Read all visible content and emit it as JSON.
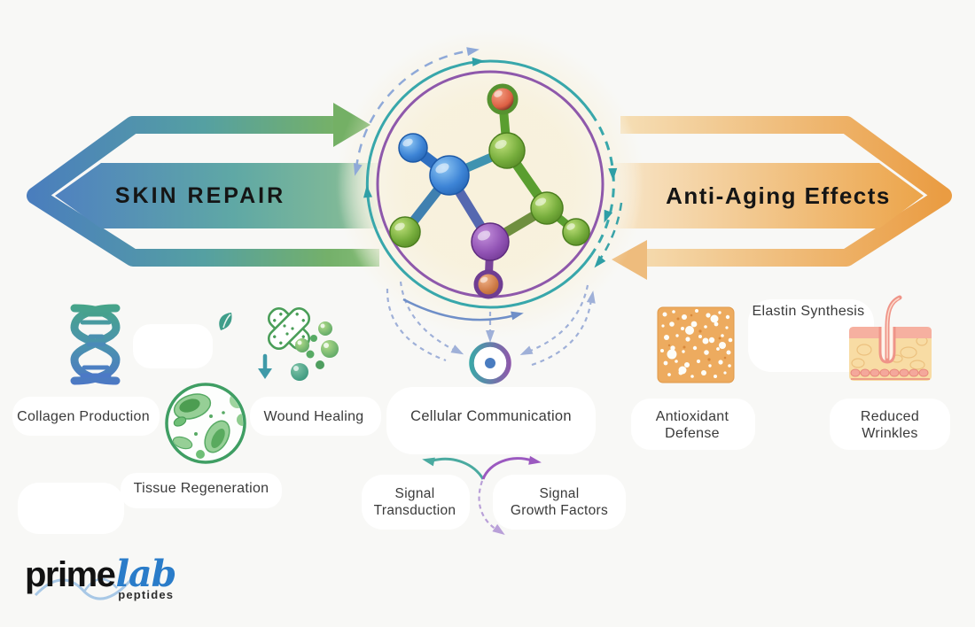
{
  "banners": {
    "left_label": "SKIN REPAIR",
    "right_label": "Anti-Aging Effects",
    "left_colors": [
      "#4a7dbe",
      "#56a39f",
      "#74b06a"
    ],
    "right_colors": [
      "#f6e2bc",
      "#eb9f45"
    ]
  },
  "center": {
    "molecule_icon": "peptide-molecule",
    "cycle_ring_colors": [
      "#38a7ab",
      "#8e58ab"
    ],
    "cellular_communication": "Cellular Communication",
    "signal_left_line1": "Signal",
    "signal_left_line2": "Transduction",
    "signal_right_line1": "Signal",
    "signal_right_line2": "Growth Factors"
  },
  "left_benefits": {
    "collagen": "Collagen Production",
    "tissue": "Tissue Regeneration",
    "wound": "Wound Healing",
    "icons": [
      "dna-helix-icon",
      "petri-dish-icon",
      "bandage-icon"
    ]
  },
  "right_benefits": {
    "elastin": "Elastin Synthesis",
    "antioxidant_line1": "Antioxidant",
    "antioxidant_line2": "Defense",
    "wrinkles_line1": "Reduced",
    "wrinkles_line2": "Wrinkles",
    "icons": [
      "antioxidant-texture-icon",
      "skin-layer-icon"
    ]
  },
  "logo": {
    "prime": "prime",
    "lab": "lab",
    "tagline": "peptides",
    "lab_color": "#2a7cc9"
  },
  "palette": {
    "background": "#f8f8f6",
    "teal_ring": "#38a7ab",
    "purple_ring": "#8e58ab",
    "dashed_blue": "#8fa9d8",
    "sphere_blue": "#2a6fc0",
    "sphere_green": "#5a9e30",
    "sphere_red": "#d85840",
    "sphere_purple": "#7a4499",
    "sphere_orange": "#c87848"
  }
}
